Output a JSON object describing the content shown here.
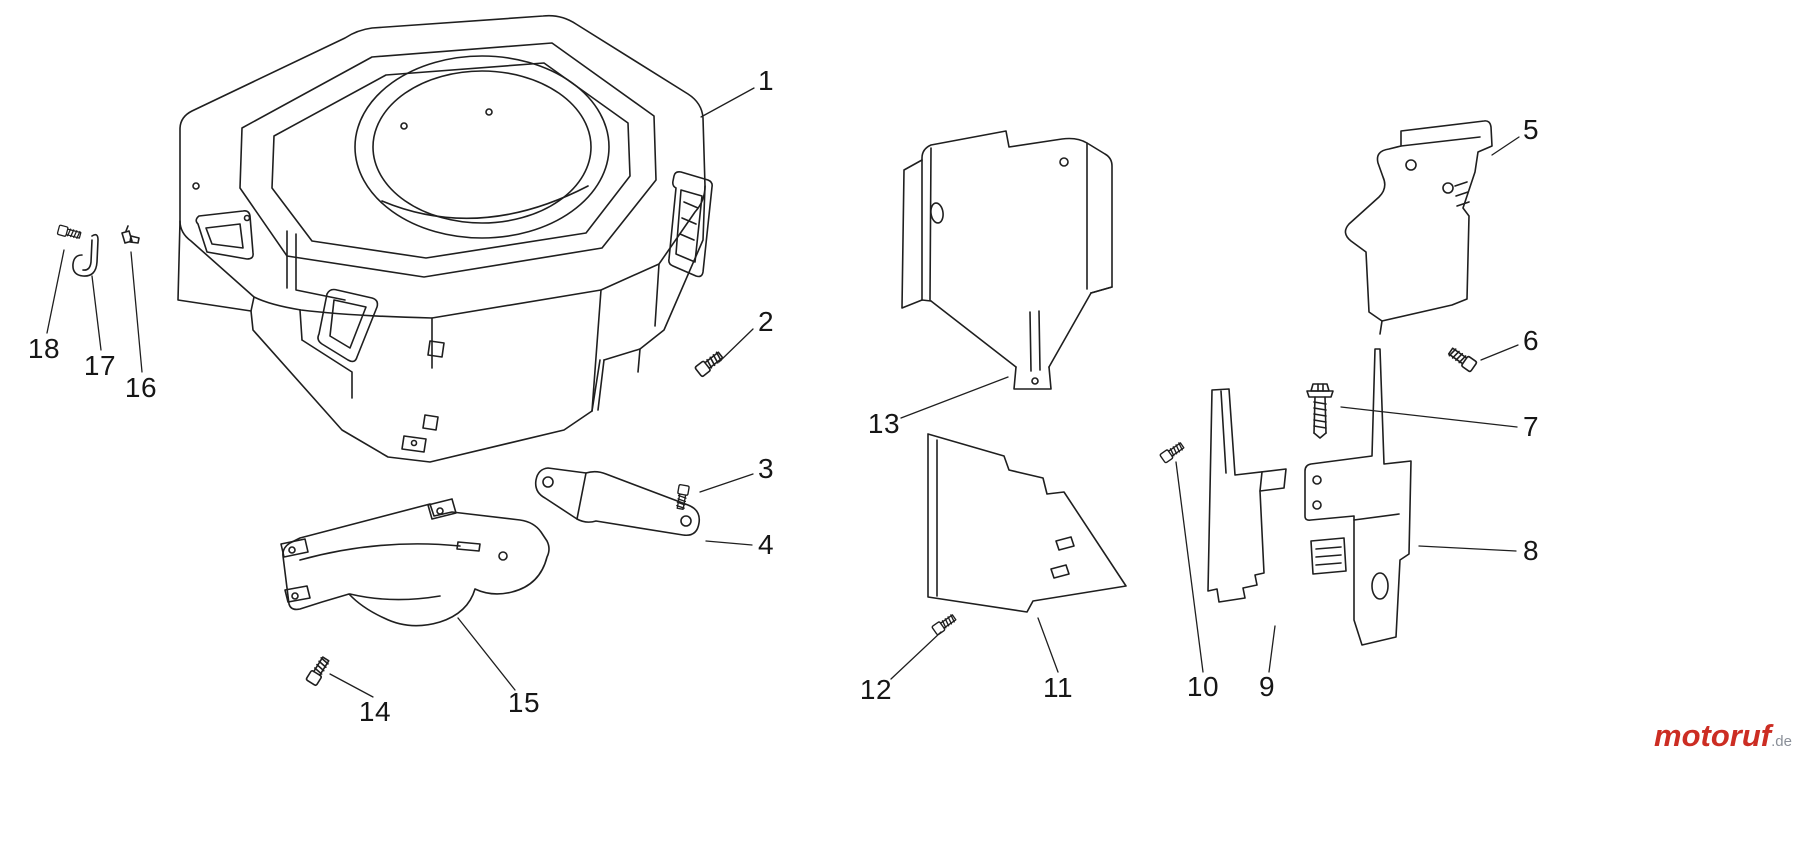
{
  "diagram": {
    "type": "exploded-parts-diagram",
    "style": {
      "background": "#ffffff",
      "ink_color": "#1f1f1f"
    },
    "callouts": [
      {
        "id": 1,
        "label": "1"
      },
      {
        "id": 2,
        "label": "2"
      },
      {
        "id": 3,
        "label": "3"
      },
      {
        "id": 4,
        "label": "4"
      },
      {
        "id": 5,
        "label": "5"
      },
      {
        "id": 6,
        "label": "6"
      },
      {
        "id": 7,
        "label": "7"
      },
      {
        "id": 8,
        "label": "8"
      },
      {
        "id": 9,
        "label": "9"
      },
      {
        "id": 10,
        "label": "10"
      },
      {
        "id": 11,
        "label": "11"
      },
      {
        "id": 12,
        "label": "12"
      },
      {
        "id": 13,
        "label": "13"
      },
      {
        "id": 14,
        "label": "14"
      },
      {
        "id": 15,
        "label": "15"
      },
      {
        "id": 16,
        "label": "16"
      },
      {
        "id": 17,
        "label": "17"
      },
      {
        "id": 18,
        "label": "18"
      }
    ]
  },
  "watermark": {
    "brand": "motoruf",
    "suffix": ".de",
    "brand_color": "#cc2d23",
    "suffix_color": "#8a8f98"
  }
}
